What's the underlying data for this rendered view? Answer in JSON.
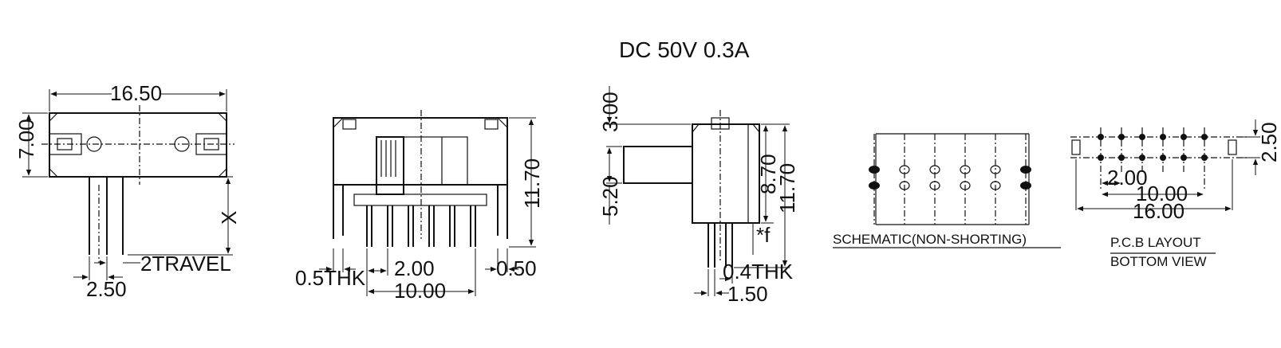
{
  "title": "DC  50V  0.3A",
  "view1": {
    "width": "16.50",
    "height": "7.00",
    "x": "X",
    "pin": "2.50",
    "travel": "2TRAVEL"
  },
  "view2": {
    "thk": "0.5THK",
    "pitch": "2.00",
    "span": "10.00",
    "side": "0.50",
    "height": "11.70"
  },
  "view3": {
    "top": "3.00",
    "mid": "5.20",
    "h1": "8.70",
    "h2": "11.70",
    "f": "*f",
    "thk": "0.4THK",
    "pin": "1.50"
  },
  "schematic": {
    "label": "SCHEMATIC(NON-SHORTING)"
  },
  "pcb": {
    "label1": "P.C.B LAYOUT",
    "label2": "BOTTOM VIEW",
    "pitch": "2.00",
    "span": "10.00",
    "total": "16.00",
    "row": "2.50"
  }
}
